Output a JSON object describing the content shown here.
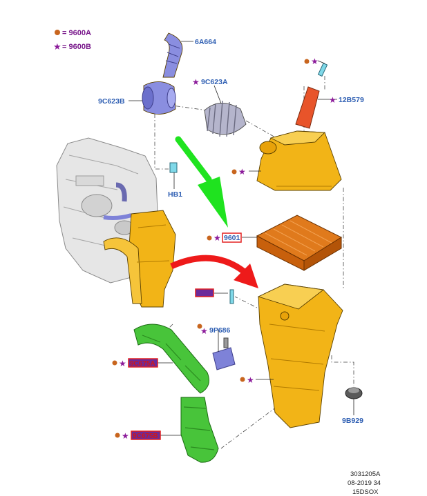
{
  "legend": {
    "dot_label": "= 9600A",
    "star_label": "= 9600B",
    "dot_color": "#c8651e",
    "star_color": "#8b1a9a"
  },
  "parts": {
    "p6A664": "6A664",
    "p9C623A": "9C623A",
    "p9C623B": "9C623B",
    "p12B579": "12B579",
    "pHB1": "HB1",
    "p9601": "9601",
    "pBox2": "",
    "p9P686": "9P686",
    "p9C675A": "9C675A",
    "p9C675B": "9C675B",
    "p9B929": "9B929"
  },
  "footer": {
    "code": "3031205A",
    "date": "08-2019 34",
    "model": "15DSOX"
  },
  "colors": {
    "housing": "#f2b417",
    "filter": "#e07a1c",
    "duct_green": "#48c43a",
    "hose_blue": "#8a8ee0",
    "bracket": "#e8542a",
    "arrow_green": "#1fe31f",
    "arrow_red": "#ee1a1a",
    "highlight": "#e32020"
  }
}
